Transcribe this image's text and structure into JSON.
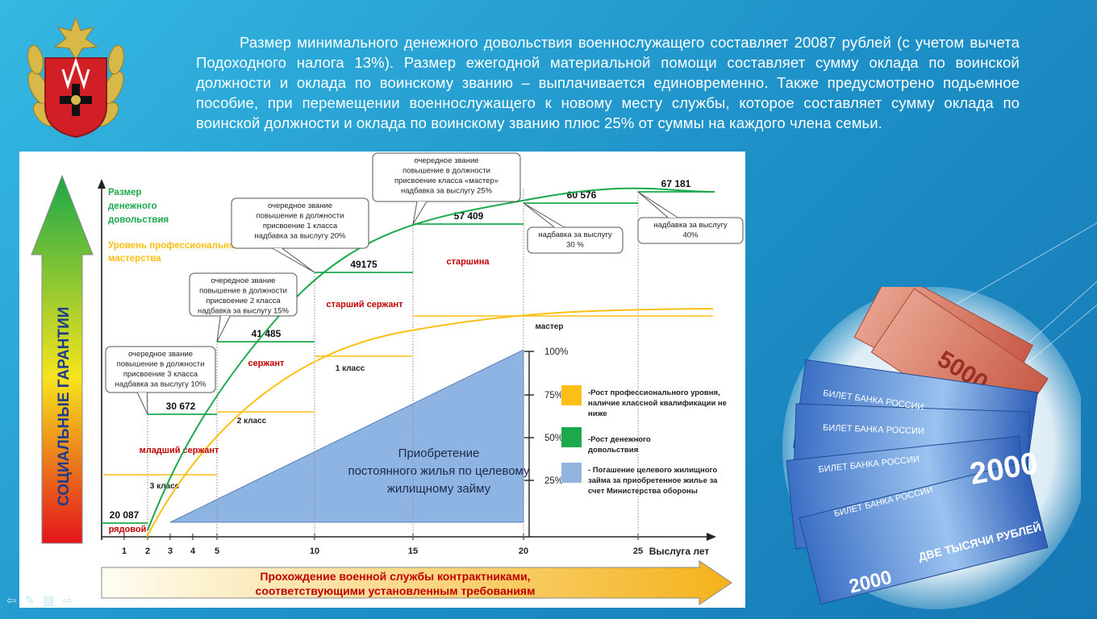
{
  "slide": {
    "intro_text": "Размер минимального денежного довольствия военнослужащего составляет 20087 рублей (с учетом вычета Подоходного налога 13%). Размер ежегодной материальной помощи составляет сумму оклада по воинской должности и оклада по воинскому званию – выплачивается единовременно. Также предусмотрено подьемное пособие, при перемещении военнослужащего к новому месту службы, которое составляет сумму оклада по воинской должности и оклада по воинскому званию плюс 25% от суммы на каждого члена семьи."
  },
  "chart_data": {
    "type": "line",
    "xlabel": "Выслуга лет",
    "x_ticks": [
      1,
      2,
      3,
      4,
      5,
      10,
      15,
      20,
      25
    ],
    "xlim": [
      0,
      26
    ],
    "side_axis_label": "СОЦИАЛЬНЫЕ  ГАРАНТИИ",
    "bottom_arrow_text": [
      "Прохождение военной службы контрактниками,",
      "соответствующими установленным требованиям"
    ],
    "y_axis_labels": {
      "pay": [
        "Размер",
        "денежного",
        "довольствия"
      ],
      "skill": [
        "Уровень профессионального",
        "мастерства"
      ]
    },
    "pay_steps": [
      {
        "x_from": 0,
        "x_to": 2,
        "value": "20 087",
        "rank": "рядовой"
      },
      {
        "x_from": 2,
        "x_to": 5,
        "value": "30 672",
        "rank": "младший сержант"
      },
      {
        "x_from": 5,
        "x_to": 10,
        "value": "41 485",
        "rank": "сержант"
      },
      {
        "x_from": 10,
        "x_to": 15,
        "value": "49175",
        "rank": "старший сержант"
      },
      {
        "x_from": 15,
        "x_to": 20,
        "value": "57 409",
        "rank": "старшина"
      },
      {
        "x_from": 20,
        "x_to": 25,
        "value": "60 576",
        "rank": ""
      },
      {
        "x_from": 25,
        "x_to": 26,
        "value": "67 181",
        "rank": ""
      }
    ],
    "skill_steps": [
      {
        "x_from": 1,
        "x_to": 5,
        "label": "3 класс"
      },
      {
        "x_from": 5,
        "x_to": 10,
        "label": "2 класс"
      },
      {
        "x_from": 10,
        "x_to": 15,
        "label": "1 класс"
      },
      {
        "x_from": 15,
        "x_to": 26,
        "label": "мастер"
      }
    ],
    "callouts": [
      {
        "lines": [
          "очередное звание",
          "повышение в должности",
          "присвоение 3 класса",
          "надбавка за выслугу 10%"
        ]
      },
      {
        "lines": [
          "очередное звание",
          "повышение в  должности",
          "присвоение 2 класса",
          "надбавка за выслугу 15%"
        ]
      },
      {
        "lines": [
          "очередное звание",
          "повышение в должности",
          "присвоение 1 класса",
          "надбавка за выслугу 20%"
        ]
      },
      {
        "lines": [
          "очередное звание",
          "повышение в должности",
          "присвоение  класса «мастер»",
          "надбавка за выслугу 25%"
        ]
      },
      {
        "lines": [
          "надбавка за выслугу",
          "30 %"
        ]
      },
      {
        "lines": [
          "надбавка за выслугу",
          "40%"
        ]
      }
    ],
    "housing": {
      "text": [
        "Приобретение",
        "постоянного жилья по целевому",
        "жилищному займу"
      ],
      "x_from": 3,
      "x_to": 20,
      "max_percent": 100
    },
    "percent_ticks": [
      "100%",
      "75%",
      "50%",
      "25%"
    ],
    "legend": [
      {
        "color": "#fbbf16",
        "lines": [
          "-Рост профессионального уровня,",
          "наличие классной квалификации не",
          "ниже"
        ]
      },
      {
        "color": "#1ba94c",
        "lines": [
          "-Рост денежного",
          "довольствия"
        ]
      },
      {
        "color": "#92b5df",
        "lines": [
          "-  Погашение целевого жилищного",
          "займа за приобретенное жилье за",
          "счет Министерства обороны"
        ]
      }
    ],
    "colors": {
      "pay": "#1ba94c",
      "skill": "#fbbf16",
      "housing": "#8eb4e3",
      "rank": "#c00000",
      "arrow_text": "#c00000"
    }
  }
}
